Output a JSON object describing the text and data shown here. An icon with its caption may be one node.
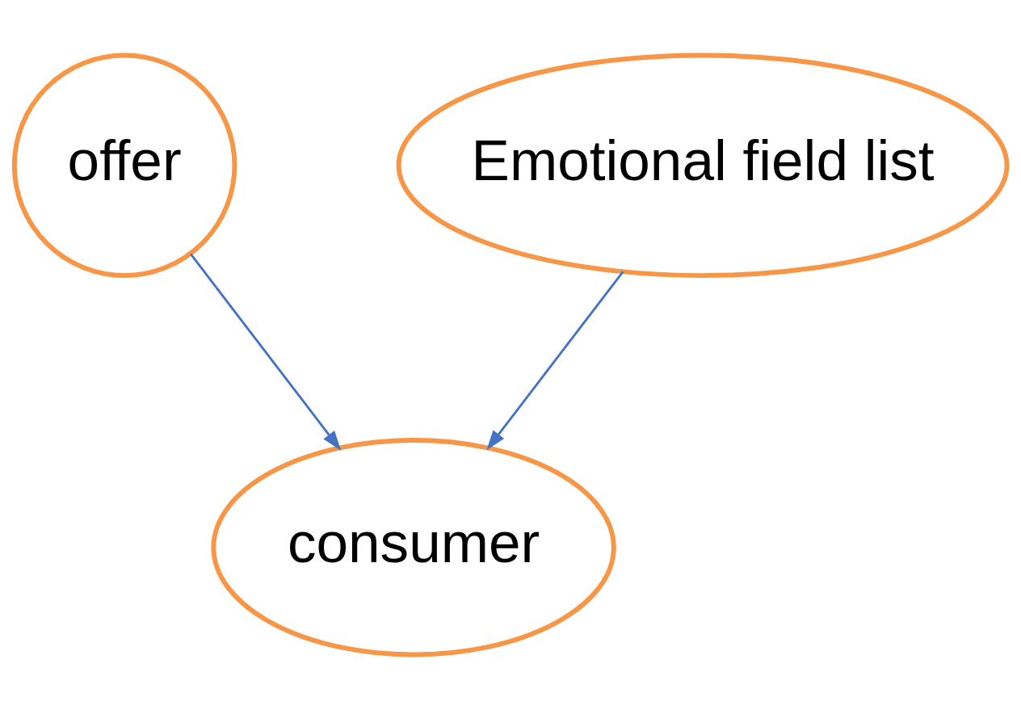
{
  "diagram": {
    "nodes": [
      {
        "text": [
          "offer"
        ]
      },
      {
        "text": [
          "Emotional field list"
        ]
      },
      {
        "text": [
          "consumer"
        ]
      }
    ],
    "edges": [
      {
        "from": 0,
        "to": 2,
        "arrow": "to"
      },
      {
        "from": 1,
        "to": 2,
        "arrow": "to"
      }
    ]
  }
}
